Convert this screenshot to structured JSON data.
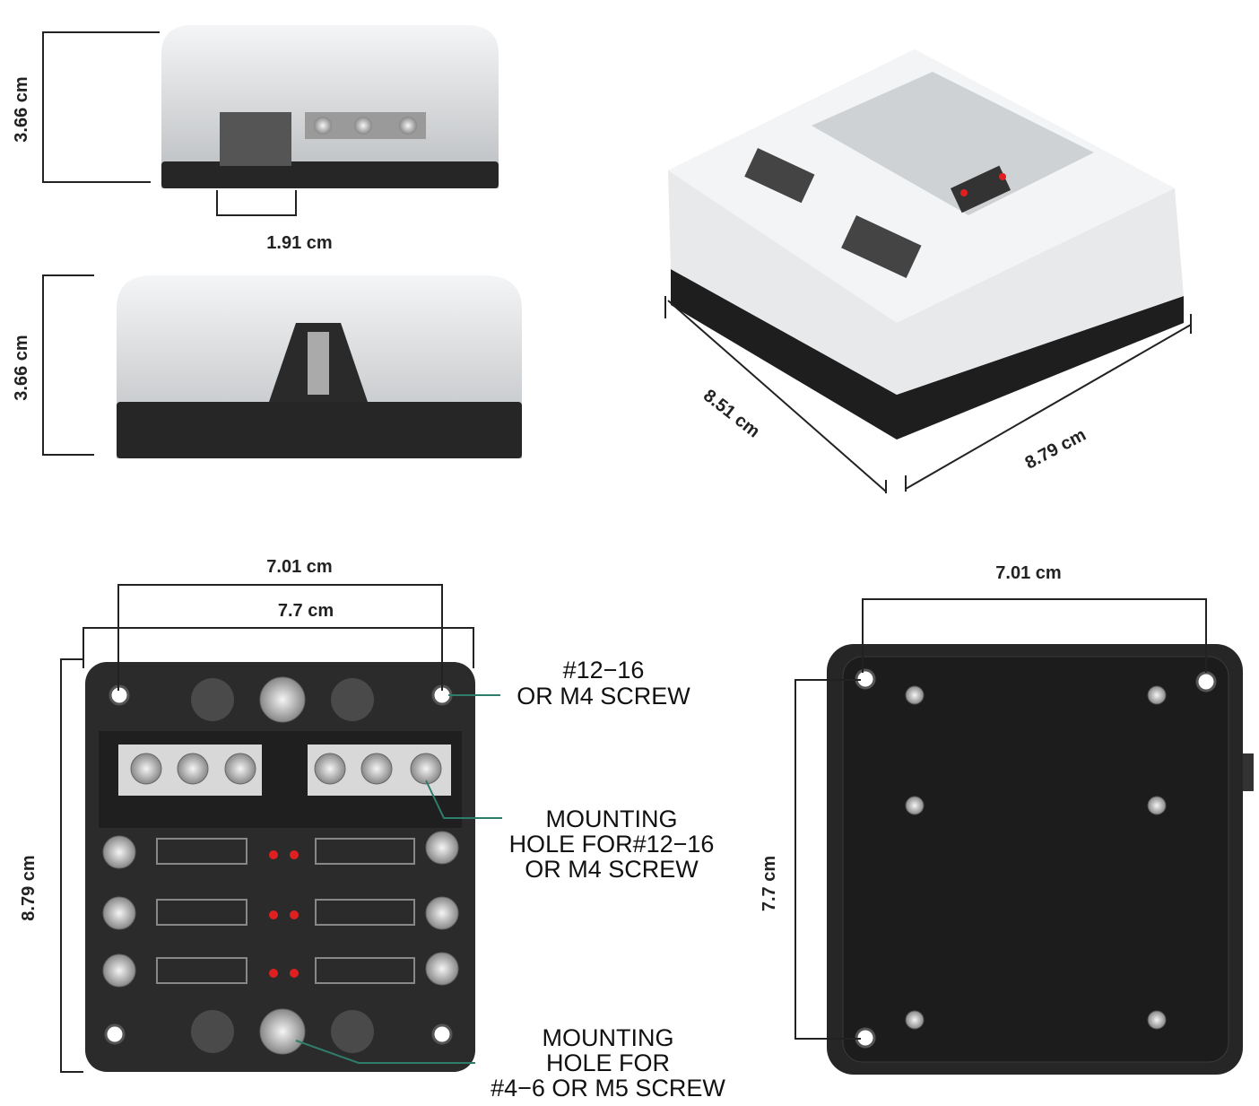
{
  "dimensions": {
    "side_height_1": "3.66 cm",
    "side_width_small": "1.91 cm",
    "side_height_2": "3.66 cm",
    "iso_depth": "8.51 cm",
    "iso_width": "8.79 cm",
    "top_hole_spacing": "7.01 cm",
    "top_width": "7.7 cm",
    "top_height": "8.79 cm",
    "back_hole_spacing": "7.01 cm",
    "back_height": "7.7 cm"
  },
  "callouts": {
    "screw": [
      "#12−16",
      "OR M4 SCREW"
    ],
    "mount_hole_1": [
      "MOUNTING",
      "HOLE FOR#12−16",
      "OR M4 SCREW"
    ],
    "mount_hole_2": [
      "MOUNTING",
      "HOLE FOR",
      "#4−6 OR M5 SCREW"
    ]
  },
  "colors": {
    "body": "#2a2a2a",
    "cover": "#d8dadc",
    "led": "#e02020",
    "leader": "#2e7d6a"
  }
}
